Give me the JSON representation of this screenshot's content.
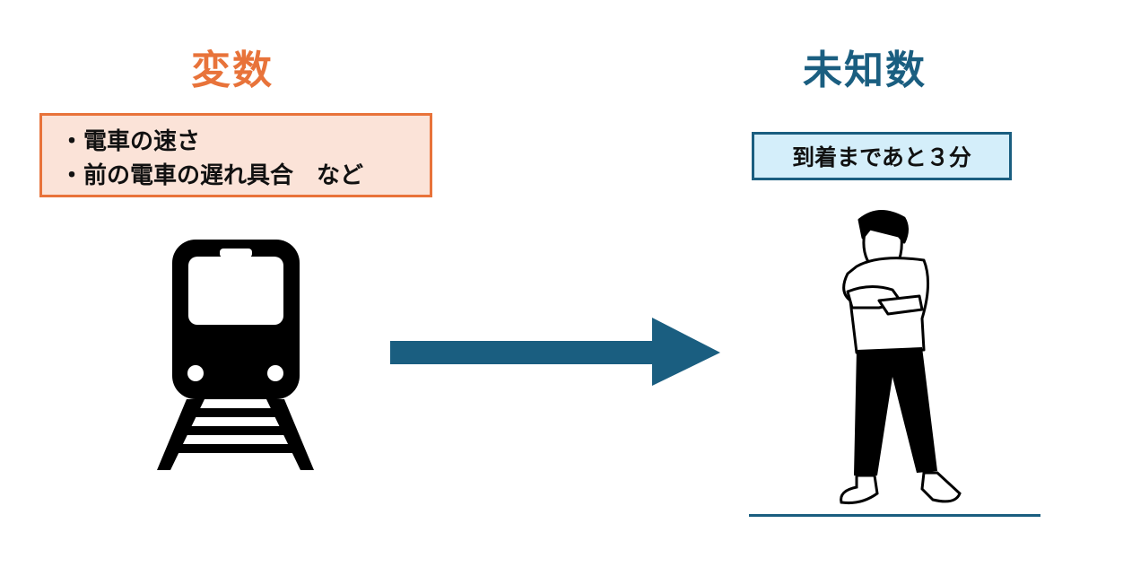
{
  "left": {
    "title": "変数",
    "items": [
      "・電車の速さ",
      "・前の電車の遅れ具合　など"
    ]
  },
  "right": {
    "title": "未知数",
    "label": "到着まであと３分"
  },
  "colors": {
    "orange": "#E8733A",
    "teal": "#1A5E80",
    "peach": "#FBE3D8",
    "lightblue": "#D4EEFA"
  },
  "icons": [
    "train-icon",
    "arrow-right-icon",
    "person-illustration"
  ]
}
